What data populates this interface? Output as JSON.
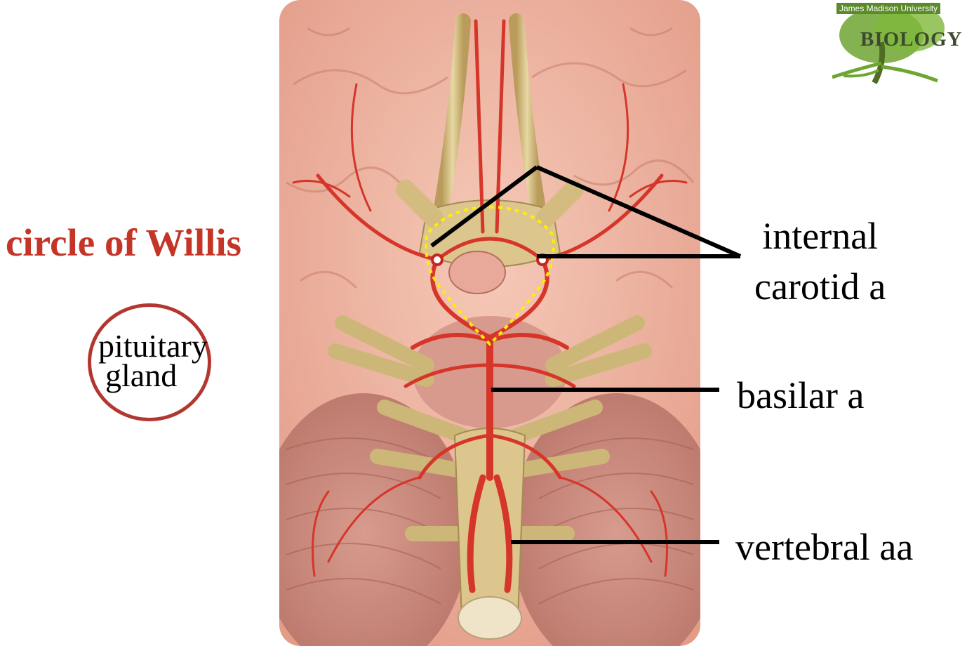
{
  "title": "circle of Willis",
  "pituitary": {
    "line1": "pituitary",
    "line2": "gland"
  },
  "labels": {
    "internal_carotid": {
      "line1": "internal",
      "line2": "carotid a"
    },
    "basilar": "basilar a",
    "vertebral": "vertebral aa"
  },
  "logo": {
    "university": "James Madison University",
    "dept": "BIOLOGY"
  },
  "colors": {
    "title": "#c43528",
    "pituitary_circle": "#b33630",
    "artery": "#d6352a",
    "nerve": "#d4c08a",
    "brain": "#eeb3a0",
    "cerebellum": "#c98d80",
    "willis_outline": "#ffee00"
  }
}
